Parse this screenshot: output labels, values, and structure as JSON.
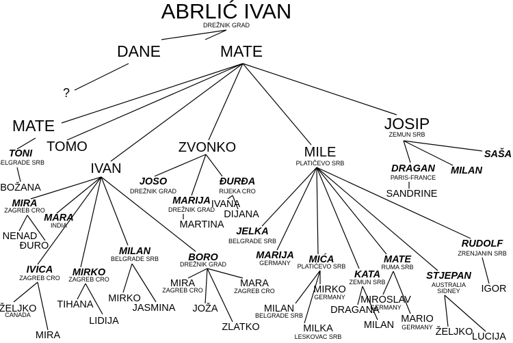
{
  "people": {
    "root": {
      "name": "ABRLIĆ IVAN",
      "place": "DREŽNIK GRAD"
    },
    "dane": {
      "name": "DANE"
    },
    "mate": {
      "name": "MATE"
    },
    "unknown": {
      "name": "?"
    },
    "mate2": {
      "name": "MATE"
    },
    "tomo": {
      "name": "TOMO"
    },
    "ivan": {
      "name": "IVAN"
    },
    "zvonko": {
      "name": "ZVONKO"
    },
    "mile": {
      "name": "MILE",
      "place": "PLATIČEVO SRB"
    },
    "josip": {
      "name": "JOSIP",
      "place": "ZEMUN SRB"
    },
    "toni": {
      "name": "TONI",
      "place": "BELGRADE SRB"
    },
    "bozana": {
      "name": "BOŽANA"
    },
    "mira": {
      "name": "MIRA",
      "place": "ZAGREB CRO"
    },
    "mara": {
      "name": "MARA",
      "place": "INDIA"
    },
    "nenad": {
      "name": "NENAD"
    },
    "djuro": {
      "name": "ĐURO"
    },
    "ivica": {
      "name": "IVICA",
      "place": "ZAGREB CRO"
    },
    "mirko": {
      "name": "MIRKO",
      "place": "ZAGREB CRO"
    },
    "milan_i": {
      "name": "MILAN",
      "place": "BELGRADE SRB"
    },
    "boro": {
      "name": "BORO",
      "place": "DREŽNIK GRAD"
    },
    "zeljko_i": {
      "name": "ŽELJKO",
      "place": "CANADA"
    },
    "mira_i": {
      "name": "MIRA"
    },
    "tihana": {
      "name": "TIHANA"
    },
    "lidija": {
      "name": "LIDIJA"
    },
    "mirko_m": {
      "name": "MIRKO"
    },
    "jasmina": {
      "name": "JASMINA"
    },
    "mira_b": {
      "name": "MIRA",
      "place": "ZAGREB CRO"
    },
    "mara_b": {
      "name": "MARA",
      "place": "ZAGREB CRO"
    },
    "joza": {
      "name": "JOŽA"
    },
    "zlatko": {
      "name": "ZLATKO"
    },
    "joso": {
      "name": "JOSO",
      "place": "DREŽNIK GRAD"
    },
    "marija_z": {
      "name": "MARIJA",
      "place": "DREŽNIK GRAD"
    },
    "djurdja": {
      "name": "ĐURĐA",
      "place": "RIJEKA CRO"
    },
    "martina": {
      "name": "MARTINA"
    },
    "ivana": {
      "name": "IVANA"
    },
    "dijana": {
      "name": "DIJANA"
    },
    "jelka": {
      "name": "JELKA",
      "place": "BELGRADE SRB"
    },
    "marija_m": {
      "name": "MARIJA",
      "place": "GERMANY"
    },
    "mica": {
      "name": "MIĆA",
      "place": "PLATIĆEVO SRB"
    },
    "kata": {
      "name": "KATA",
      "place": "ZEMUN SRB"
    },
    "mate_m": {
      "name": "MATE",
      "place": "RUMA SRB"
    },
    "stjepan": {
      "name": "STJEPAN",
      "place": "AUSTRALIA",
      "place2": "SIDNEY"
    },
    "rudolf": {
      "name": "RUDOLF",
      "place": "ZRENJANIN SRB"
    },
    "milan_mi": {
      "name": "MILAN",
      "place": "BELGRADE SRB"
    },
    "mirko_mi": {
      "name": "MIRKO",
      "place": "GERMANY"
    },
    "milka": {
      "name": "MILKA",
      "place": "LESKOVAC SRB"
    },
    "dragana": {
      "name": "DRAGANA"
    },
    "milan_k": {
      "name": "MILAN"
    },
    "miroslav": {
      "name": "MIROSLAV",
      "place": "GERMANY"
    },
    "mario": {
      "name": "MARIO",
      "place": "GERMANY"
    },
    "zeljko_s": {
      "name": "ŽELJKO"
    },
    "lucija": {
      "name": "LUCIJA"
    },
    "igor": {
      "name": "IGOR"
    },
    "sasa": {
      "name": "SAŠA"
    },
    "dragan": {
      "name": "DRAGAN",
      "place": "PARIS-FRANCE"
    },
    "milan_j": {
      "name": "MILAN"
    },
    "sandrine": {
      "name": "SANDRINE"
    }
  },
  "connections": [
    [
      "root",
      "dane"
    ],
    [
      "root",
      "mate"
    ],
    [
      "dane",
      "unknown"
    ],
    [
      "mate",
      "mate2"
    ],
    [
      "mate",
      "tomo"
    ],
    [
      "mate",
      "ivan"
    ],
    [
      "mate",
      "zvonko"
    ],
    [
      "mate",
      "mile"
    ],
    [
      "mate",
      "josip"
    ],
    [
      "mate2",
      "toni"
    ],
    [
      "toni",
      "bozana"
    ],
    [
      "ivan",
      "mira"
    ],
    [
      "ivan",
      "mara"
    ],
    [
      "ivan",
      "ivica"
    ],
    [
      "ivan",
      "mirko"
    ],
    [
      "ivan",
      "milan_i"
    ],
    [
      "ivan",
      "boro"
    ],
    [
      "mira",
      "nenad"
    ],
    [
      "mira",
      "djuro"
    ],
    [
      "ivica",
      "zeljko_i"
    ],
    [
      "ivica",
      "mira_i"
    ],
    [
      "mirko",
      "tihana"
    ],
    [
      "mirko",
      "lidija"
    ],
    [
      "milan_i",
      "mirko_m"
    ],
    [
      "milan_i",
      "jasmina"
    ],
    [
      "boro",
      "mira_b"
    ],
    [
      "boro",
      "mara_b"
    ],
    [
      "boro",
      "joza"
    ],
    [
      "boro",
      "zlatko"
    ],
    [
      "zvonko",
      "joso"
    ],
    [
      "zvonko",
      "marija_z"
    ],
    [
      "zvonko",
      "djurdja"
    ],
    [
      "marija_z",
      "martina"
    ],
    [
      "djurdja",
      "ivana"
    ],
    [
      "djurdja",
      "dijana"
    ],
    [
      "mile",
      "jelka"
    ],
    [
      "mile",
      "marija_m"
    ],
    [
      "mile",
      "mica"
    ],
    [
      "mile",
      "kata"
    ],
    [
      "mile",
      "mate_m"
    ],
    [
      "mile",
      "stjepan"
    ],
    [
      "mile",
      "rudolf"
    ],
    [
      "mica",
      "milan_mi"
    ],
    [
      "mica",
      "mirko_mi"
    ],
    [
      "mica",
      "milka"
    ],
    [
      "kata",
      "dragana"
    ],
    [
      "kata",
      "milan_k"
    ],
    [
      "mate_m",
      "miroslav"
    ],
    [
      "mate_m",
      "mario"
    ],
    [
      "stjepan",
      "zeljko_s"
    ],
    [
      "stjepan",
      "lucija"
    ],
    [
      "rudolf",
      "igor"
    ],
    [
      "josip",
      "sasa"
    ],
    [
      "josip",
      "dragan"
    ],
    [
      "josip",
      "milan_j"
    ],
    [
      "dragan",
      "sandrine"
    ]
  ]
}
